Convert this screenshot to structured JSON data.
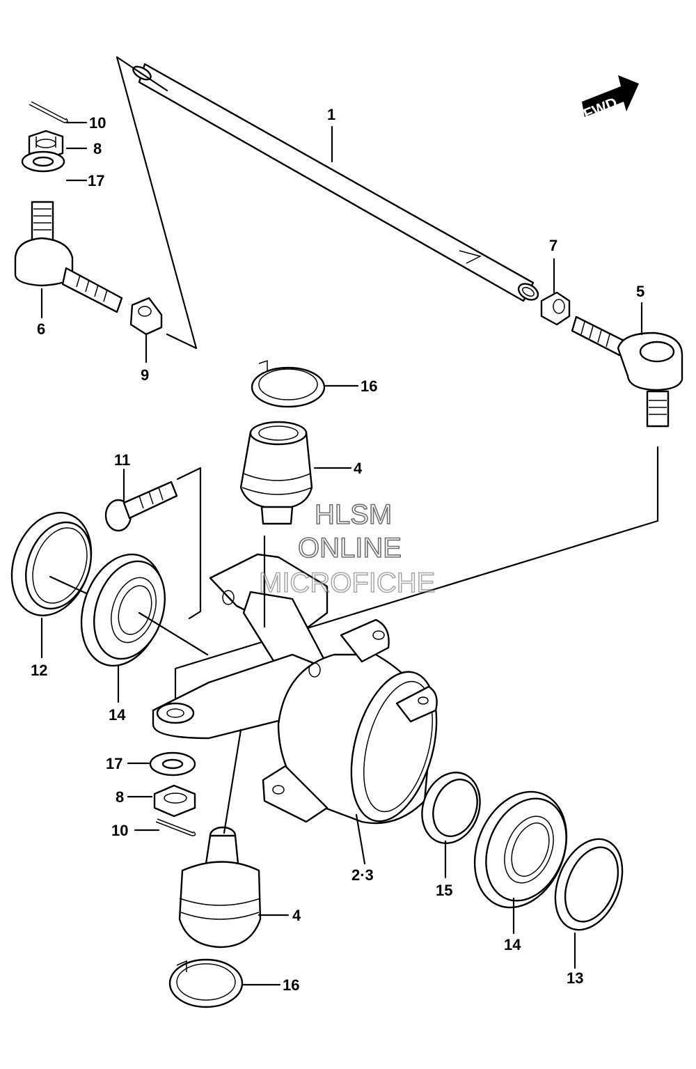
{
  "callouts": [
    {
      "id": "c1",
      "text": "1"
    },
    {
      "id": "c5",
      "text": "5"
    },
    {
      "id": "c7",
      "text": "7"
    },
    {
      "id": "c10a",
      "text": "10"
    },
    {
      "id": "c8a",
      "text": "8"
    },
    {
      "id": "c17a",
      "text": "17"
    },
    {
      "id": "c6",
      "text": "6"
    },
    {
      "id": "c9",
      "text": "9"
    },
    {
      "id": "c16a",
      "text": "16"
    },
    {
      "id": "c4a",
      "text": "4"
    },
    {
      "id": "c11",
      "text": "11"
    },
    {
      "id": "c12",
      "text": "12"
    },
    {
      "id": "c14a",
      "text": "14"
    },
    {
      "id": "c17b",
      "text": "17"
    },
    {
      "id": "c8b",
      "text": "8"
    },
    {
      "id": "c10b",
      "text": "10"
    },
    {
      "id": "c23",
      "text": "2·3"
    },
    {
      "id": "c15",
      "text": "15"
    },
    {
      "id": "c14b",
      "text": "14"
    },
    {
      "id": "c13",
      "text": "13"
    },
    {
      "id": "c4b",
      "text": "4"
    },
    {
      "id": "c16b",
      "text": "16"
    }
  ],
  "fwd_label": "FWD",
  "watermark": {
    "line1": "HLSM",
    "line2": "ONLINE",
    "line3": "MICROFICHE"
  }
}
